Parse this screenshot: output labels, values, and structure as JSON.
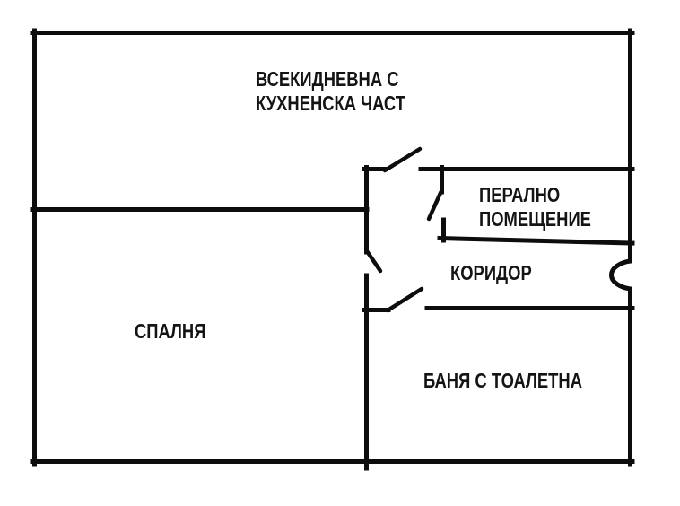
{
  "diagram": {
    "kind": "apartment-floor-plan",
    "background": "#ffffff"
  },
  "colors": {
    "wall": "#0d0d0d",
    "door": "#0d0d0d",
    "text": "#141414"
  },
  "rooms": {
    "living": {
      "line1": "ВСЕКИДНЕВНА С",
      "line2": "КУХНЕНСКА ЧАСТ"
    },
    "laundry": {
      "line1": "ПЕРАЛНО",
      "line2": "ПОМЕЩЕНИЕ"
    },
    "corridor": {
      "label": "КОРИДОР"
    },
    "bedroom": {
      "label": "СПАЛНЯ"
    },
    "bathroom": {
      "label": "БАНЯ С ТОАЛЕТНА"
    }
  }
}
